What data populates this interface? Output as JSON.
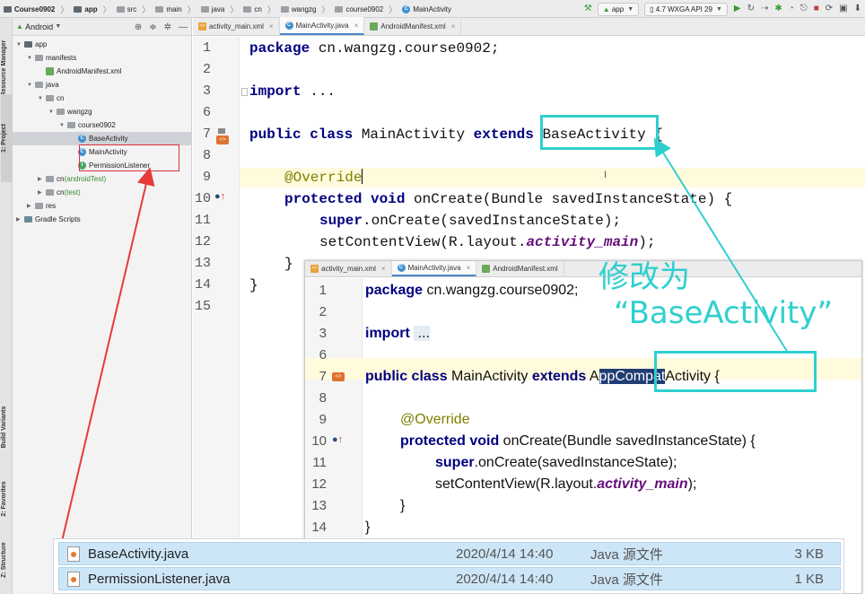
{
  "navbar": {
    "breadcrumbs": [
      "Course0902",
      "app",
      "src",
      "main",
      "java",
      "cn",
      "wangzg",
      "course0902",
      "MainActivity"
    ],
    "run_config": "app",
    "device": "4.7  WXGA API 29"
  },
  "sidebar_strip": [
    "Resource Manager",
    "1: Project",
    "Build Variants",
    "2: Favorites",
    "Z: Structure"
  ],
  "project": {
    "view_mode": "Android",
    "tree": [
      {
        "label": "app",
        "depth": 0,
        "expanded": true,
        "kind": "module"
      },
      {
        "label": "manifests",
        "depth": 1,
        "expanded": true,
        "kind": "folder"
      },
      {
        "label": "AndroidManifest.xml",
        "depth": 2,
        "kind": "manifest"
      },
      {
        "label": "java",
        "depth": 1,
        "expanded": true,
        "kind": "folder"
      },
      {
        "label": "cn",
        "depth": 2,
        "expanded": true,
        "kind": "package"
      },
      {
        "label": "wangzg",
        "depth": 3,
        "expanded": true,
        "kind": "package"
      },
      {
        "label": "course0902",
        "depth": 4,
        "expanded": true,
        "kind": "package"
      },
      {
        "label": "BaseActivity",
        "depth": 5,
        "kind": "class",
        "selected": true
      },
      {
        "label": "MainActivity",
        "depth": 5,
        "kind": "class"
      },
      {
        "label": "PermissionListener",
        "depth": 5,
        "kind": "interface"
      },
      {
        "label": "cn",
        "suffix": "(androidTest)",
        "depth": 2,
        "expanded": false,
        "kind": "package"
      },
      {
        "label": "cn",
        "suffix": "(test)",
        "depth": 2,
        "expanded": false,
        "kind": "package"
      },
      {
        "label": "res",
        "depth": 1,
        "expanded": false,
        "kind": "folder"
      },
      {
        "label": "Gradle Scripts",
        "depth": 0,
        "expanded": false,
        "kind": "gradle"
      }
    ]
  },
  "tabs": [
    "activity_main.xml",
    "MainActivity.java",
    "AndroidManifest.xml"
  ],
  "active_tab": "MainActivity.java",
  "editor": {
    "line_numbers": [
      "1",
      "2",
      "3",
      "6",
      "7",
      "8",
      "9",
      "10",
      "11",
      "12",
      "13",
      "14",
      "15"
    ],
    "lines": {
      "l1": {
        "kw": "package",
        "rest": " cn.wangzg.course0902;"
      },
      "l3": {
        "kw": "import",
        "rest": " ..."
      },
      "l7": {
        "kw": "public class",
        "mid": " MainActivity ",
        "kw2": "extends",
        "base": "BaseActivity",
        "tail": " {"
      },
      "l9": {
        "anno": "@Override"
      },
      "l10": {
        "kw": "protected void",
        "rest": " onCreate(Bundle savedInstanceState) {"
      },
      "l11": {
        "kw": "super",
        "rest": ".onCreate(savedInstanceState);"
      },
      "l12": {
        "pre": "setContentView(R.layout.",
        "it": "activity_main",
        "post": ");"
      },
      "l13": "}",
      "l14": "}"
    }
  },
  "inset": {
    "tabs": [
      "activity_main.xml",
      "MainActivity.java",
      "AndroidManifest.xml"
    ],
    "line_numbers": [
      "1",
      "2",
      "3",
      "6",
      "7",
      "8",
      "9",
      "10",
      "11",
      "12",
      "13",
      "14"
    ],
    "lines": {
      "l1": {
        "kw": "package",
        "rest": " cn.wangzg.course0902;"
      },
      "l3": {
        "kw": "import",
        "rest": " ..."
      },
      "l7": {
        "kw": "public class",
        "mid": " MainActivity ",
        "kw2": "extends",
        "a": " A",
        "sel": "ppCompat",
        "activity": "Activity",
        "tail": " {"
      },
      "l9": {
        "anno": "@Override"
      },
      "l10": {
        "kw": "protected void",
        "rest": " onCreate(Bundle savedInstanceState) {"
      },
      "l11": {
        "kw": "super",
        "rest": ".onCreate(savedInstanceState);"
      },
      "l12": {
        "pre": "setContentView(R.layout.",
        "it": "activity_main",
        "post": ");"
      },
      "l13": "}",
      "l14": "}"
    }
  },
  "annotation": {
    "line1": "修改为",
    "line2": "“BaseActivity”",
    "color": "#30cfcf",
    "arrow_color": "#e83a3a"
  },
  "files": [
    {
      "name": "BaseActivity.java",
      "date": "2020/4/14 14:40",
      "type": "Java 源文件",
      "size": "3 KB"
    },
    {
      "name": "PermissionListener.java",
      "date": "2020/4/14 14:40",
      "type": "Java 源文件",
      "size": "1 KB"
    }
  ]
}
